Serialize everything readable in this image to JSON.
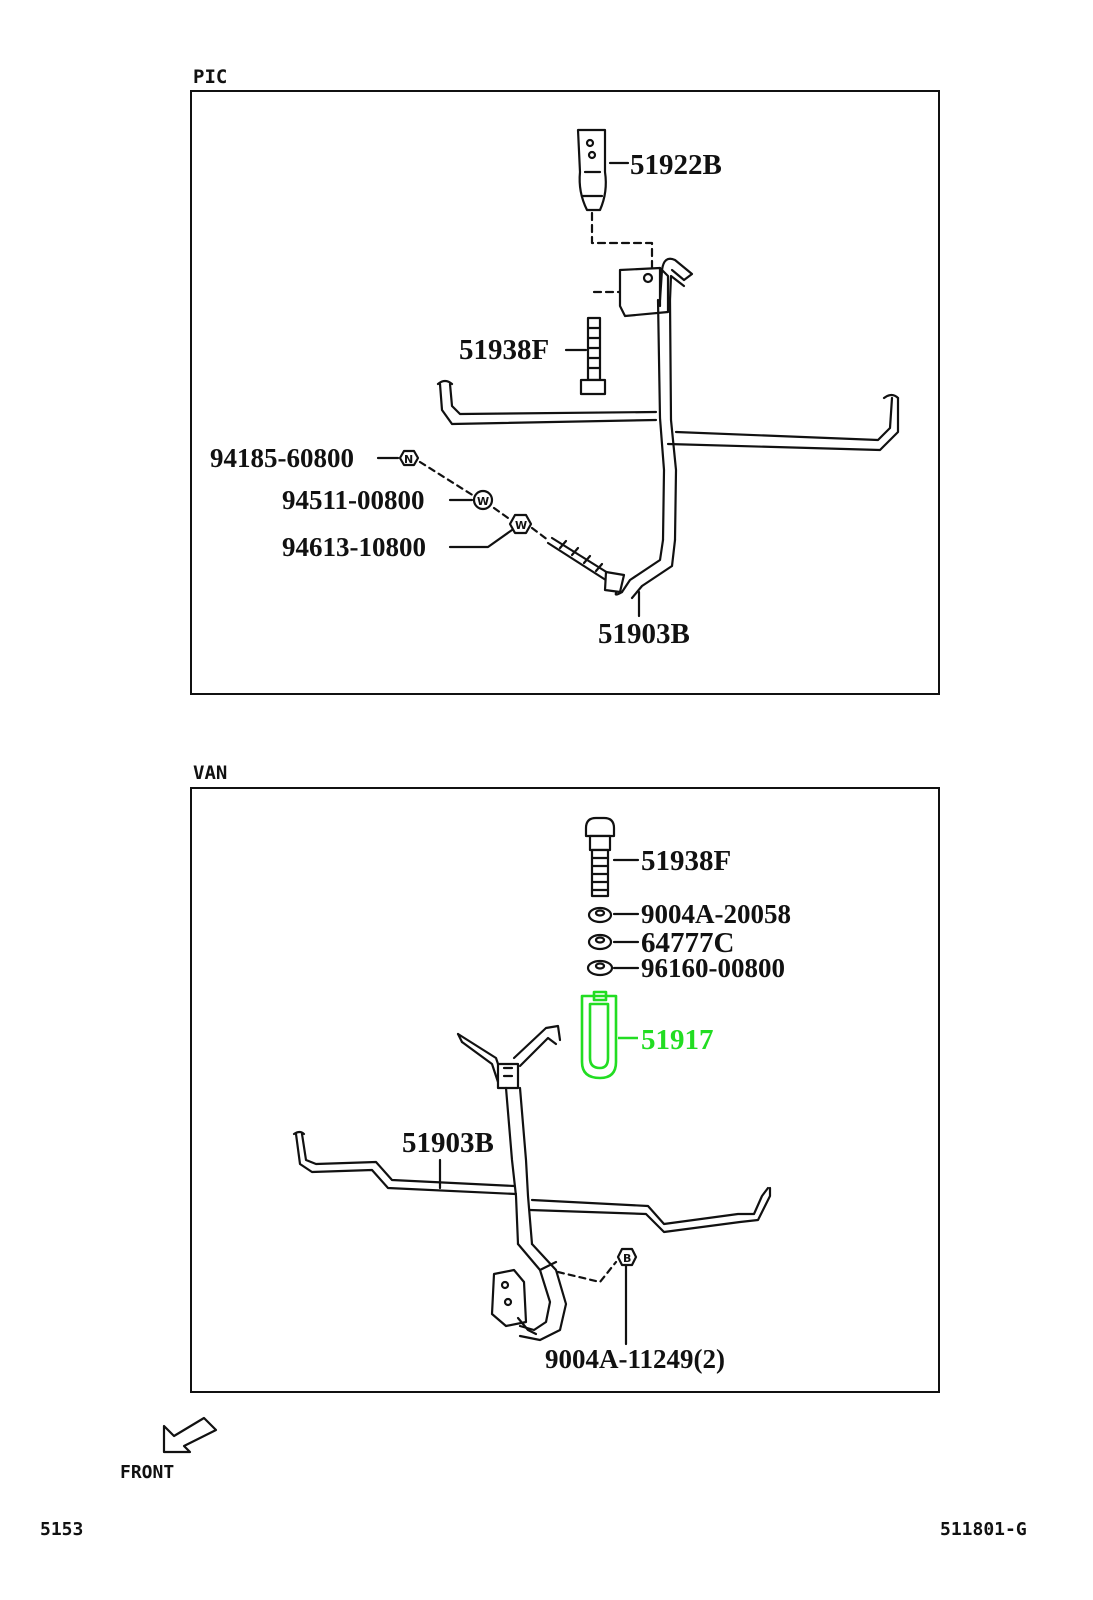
{
  "sections": {
    "pic": {
      "label": "PIC"
    },
    "van": {
      "label": "VAN"
    }
  },
  "parts": {
    "pic": [
      {
        "id": "p1",
        "number": "51922B"
      },
      {
        "id": "p2",
        "number": "51938F"
      },
      {
        "id": "p3",
        "number": "94185-60800"
      },
      {
        "id": "p4",
        "number": "94511-00800"
      },
      {
        "id": "p5",
        "number": "94613-10800"
      },
      {
        "id": "p6",
        "number": "51903B"
      }
    ],
    "van": [
      {
        "id": "v1",
        "number": "51938F"
      },
      {
        "id": "v2",
        "number": "9004A-20058"
      },
      {
        "id": "v3",
        "number": "64777C"
      },
      {
        "id": "v4",
        "number": "96160-00800"
      },
      {
        "id": "v5",
        "number": "51917",
        "highlighted": true
      },
      {
        "id": "v6",
        "number": "51903B"
      },
      {
        "id": "v7",
        "number": "9004A-11249(2)"
      }
    ]
  },
  "symbols": {
    "nut": "N",
    "washer": "W",
    "bolt": "B"
  },
  "footer": {
    "direction_label": "FRONT",
    "page_code": "5153",
    "diagram_code": "511801-G"
  },
  "colors": {
    "highlight": "#22dd22",
    "line": "#111111"
  }
}
